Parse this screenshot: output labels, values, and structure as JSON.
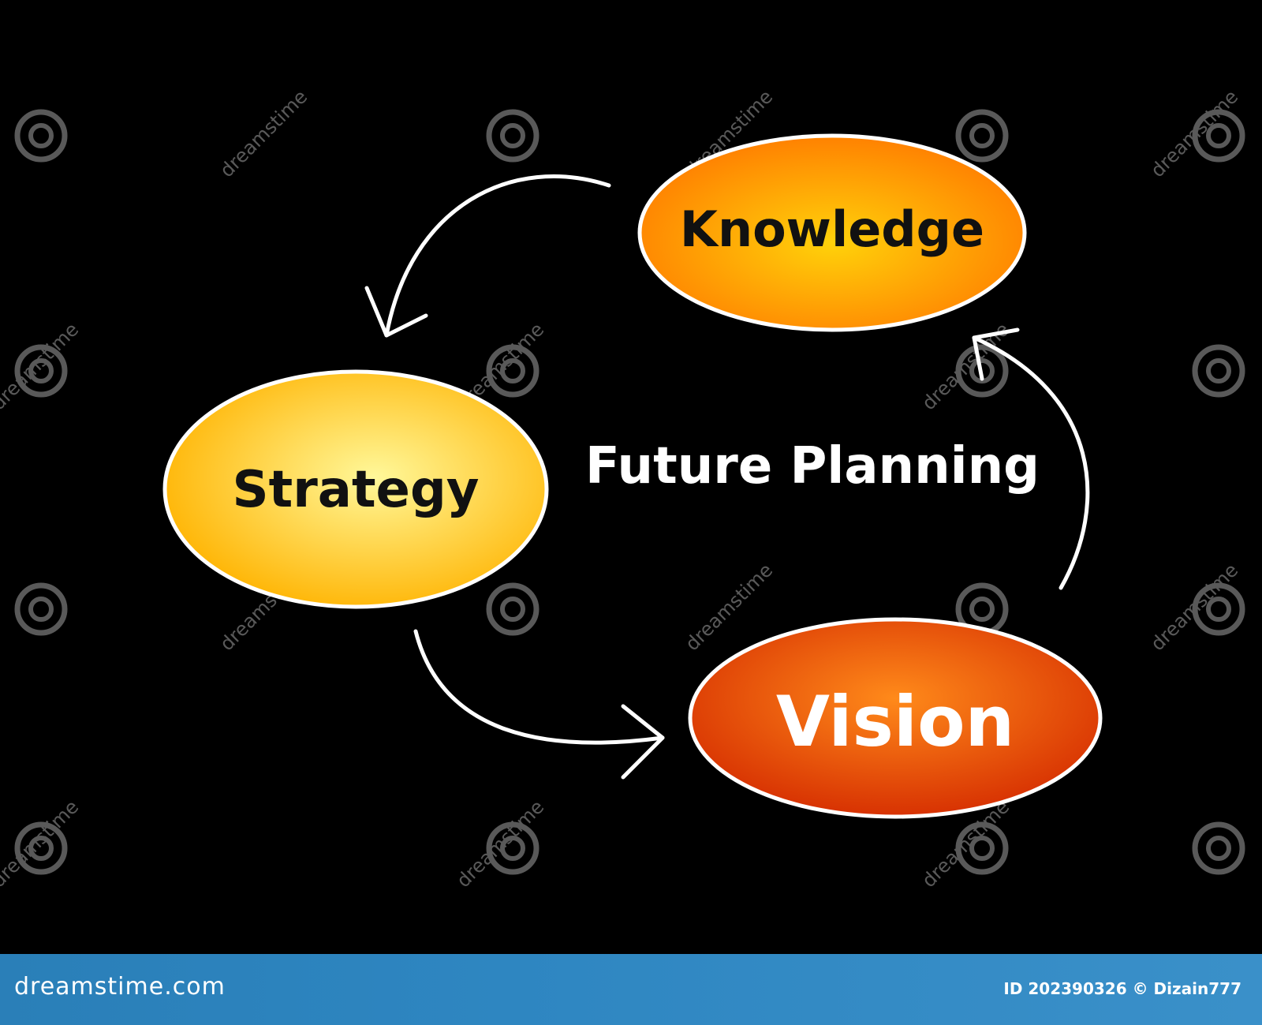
{
  "diagram": {
    "center_label": "Future Planning",
    "nodes": [
      {
        "id": "knowledge",
        "label": "Knowledge",
        "fill_start": "#ffd20a",
        "fill_end": "#ff7a00",
        "text_color": "#111111"
      },
      {
        "id": "strategy",
        "label": "Strategy",
        "fill_start": "#fff89a",
        "fill_end": "#ffb300",
        "text_color": "#111111"
      },
      {
        "id": "vision",
        "label": "Vision",
        "fill_start": "#ff8a1a",
        "fill_end": "#d42a00",
        "text_color": "#ffffff"
      }
    ],
    "edges": [
      {
        "from": "knowledge",
        "to": "strategy"
      },
      {
        "from": "strategy",
        "to": "vision"
      },
      {
        "from": "vision",
        "to": "knowledge"
      }
    ],
    "outline_color": "#ffffff",
    "background_color": "#000000"
  },
  "watermark": {
    "text": "dreamstime",
    "icon": "dreamstime-spiral-icon"
  },
  "footer": {
    "site": "dreamstime.com",
    "credit": "ID 202390326 © Dizain777",
    "background_color": "#2e86c1"
  }
}
